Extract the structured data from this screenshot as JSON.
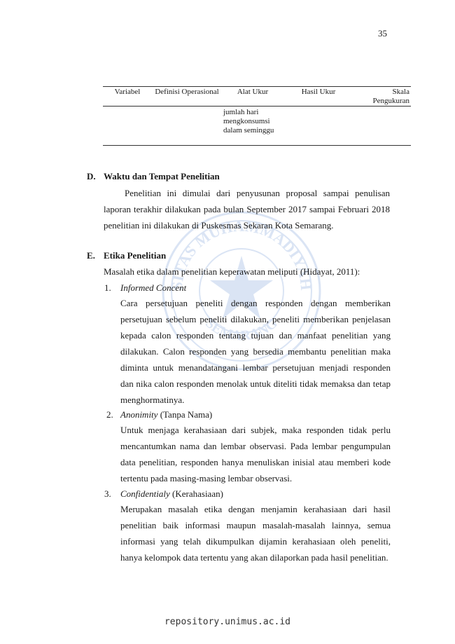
{
  "page_number": "35",
  "table": {
    "headers": [
      "Variabel",
      "Definisi Operasional",
      "Alat Ukur",
      "Hasil Ukur",
      "Skala Pengukuran"
    ],
    "row": [
      "",
      "",
      "jumlah hari mengkonsumsi dalam seminggu",
      "",
      ""
    ]
  },
  "section_d": {
    "letter": "D.",
    "title": "Waktu dan Tempat Penelitian",
    "paragraph": "Penelitian ini dimulai dari penyusunan proposal sampai penulisan laporan terakhir dilakukan pada bulan September 2017 sampai Februari 2018 penelitian ini dilakukan di Puskesmas Sekaran Kota Semarang."
  },
  "section_e": {
    "letter": "E.",
    "title": "Etika Penelitian",
    "intro": "Masalah etika dalam penelitian keperawatan meliputi (Hidayat, 2011):",
    "items": [
      {
        "num": "1.",
        "title": "Informed Concent",
        "suffix": "",
        "body": "Cara persetujuan peneliti dengan responden dengan memberikan persetujuan sebelum peneliti dilakukan, peneliti memberikan penjelasan kepada calon responden tentang tujuan dan manfaat penelitian yang dilakukan. Calon responden yang bersedia membantu penelitian maka diminta untuk menandatangani lembar persetujuan menjadi responden dan nika calon responden menolak untuk diteliti tidak memaksa dan tetap menghormatinya."
      },
      {
        "num": "2.",
        "title": "Anonimity",
        "suffix": "(Tanpa Nama)",
        "body": "Untuk menjaga kerahasiaan dari subjek, maka responden tidak perlu mencantumkan nama dan lembar observasi. Pada lembar pengumpulan data penelitian, responden hanya menuliskan inisial atau memberi kode tertentu pada masing-masing lembar observasi."
      },
      {
        "num": "3.",
        "title": "Confidentialy",
        "suffix": "(Kerahasiaan)",
        "body": "Merupakan masalah etika dengan menjamin kerahasiaan dari hasil penelitian baik informasi maupun masalah-masalah lainnya, semua informasi yang telah dikumpulkan dijamin kerahasiaan oleh peneliti, hanya kelompok data tertentu yang akan dilaporkan pada hasil penelitian."
      }
    ]
  },
  "watermark": {
    "top_text": "SITAS MUHAMMADIYAH",
    "bottom_text": "SEMARANG",
    "color": "#3a6fc4"
  },
  "footer": "repository.unimus.ac.id"
}
